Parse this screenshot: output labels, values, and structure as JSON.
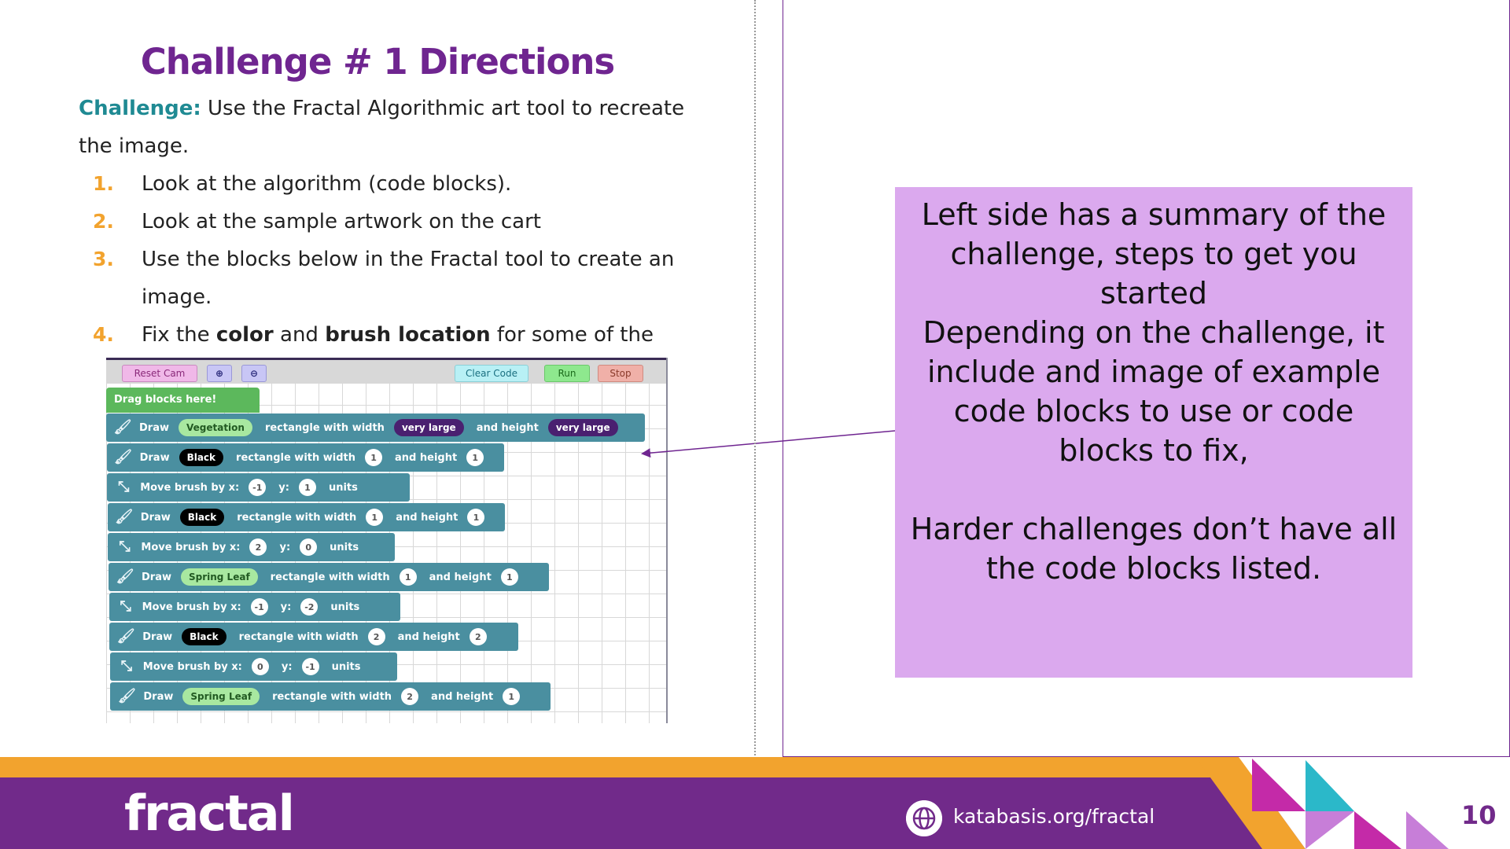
{
  "slide": {
    "title": "Challenge # 1 Directions",
    "challenge_label": "Challenge:",
    "challenge_text": " Use the Fractal Algorithmic art tool to recreate the image.",
    "steps": [
      {
        "num": "1.",
        "text": "Look at the algorithm (code blocks)."
      },
      {
        "num": "2.",
        "text": "Look at the sample artwork on the cart"
      },
      {
        "num": "3.",
        "text": "Use the blocks below in the Fractal tool to create an image."
      },
      {
        "num": "4.",
        "pre": "Fix the ",
        "bold1": "color",
        "mid": " and ",
        "bold2": "brush location",
        "post": " for some of the squares"
      }
    ]
  },
  "code_tool": {
    "toolbar": {
      "reset": "Reset Cam",
      "clear": "Clear Code",
      "run": "Run",
      "stop": "Stop"
    },
    "hat": "Drag blocks here!",
    "words": {
      "draw": "Draw",
      "rect": "rectangle with width",
      "and_height": "and height",
      "move": "Move brush by x:",
      "y": "y:",
      "units": "units"
    },
    "blocks": [
      {
        "kind": "draw",
        "color": "Vegetation",
        "w": "very large",
        "h": "very large"
      },
      {
        "kind": "draw",
        "color": "Black",
        "w": "1",
        "h": "1"
      },
      {
        "kind": "move",
        "x": "-1",
        "y": "1"
      },
      {
        "kind": "draw",
        "color": "Black",
        "w": "1",
        "h": "1"
      },
      {
        "kind": "move",
        "x": "2",
        "y": "0"
      },
      {
        "kind": "draw",
        "color": "Spring Leaf",
        "w": "1",
        "h": "1"
      },
      {
        "kind": "move",
        "x": "-1",
        "y": "-2"
      },
      {
        "kind": "draw",
        "color": "Black",
        "w": "2",
        "h": "2"
      },
      {
        "kind": "move",
        "x": "0",
        "y": "-1"
      },
      {
        "kind": "draw",
        "color": "Spring Leaf",
        "w": "2",
        "h": "1"
      }
    ]
  },
  "note": {
    "line1": "Left side has a summary of the challenge, steps to get you started",
    "line2": "Depending on the challenge, it include and image of example code blocks to use or code blocks to fix,",
    "line3": "Harder challenges don’t have all the code blocks listed."
  },
  "footer": {
    "logo": "fractal",
    "url": "katabasis.org/fractal",
    "page": "10"
  },
  "colors": {
    "purple": "#712a8a",
    "orange": "#f2a32e",
    "teal": "#1f8a93",
    "note_bg": "#dba9ee",
    "block": "#4a8fa0"
  }
}
